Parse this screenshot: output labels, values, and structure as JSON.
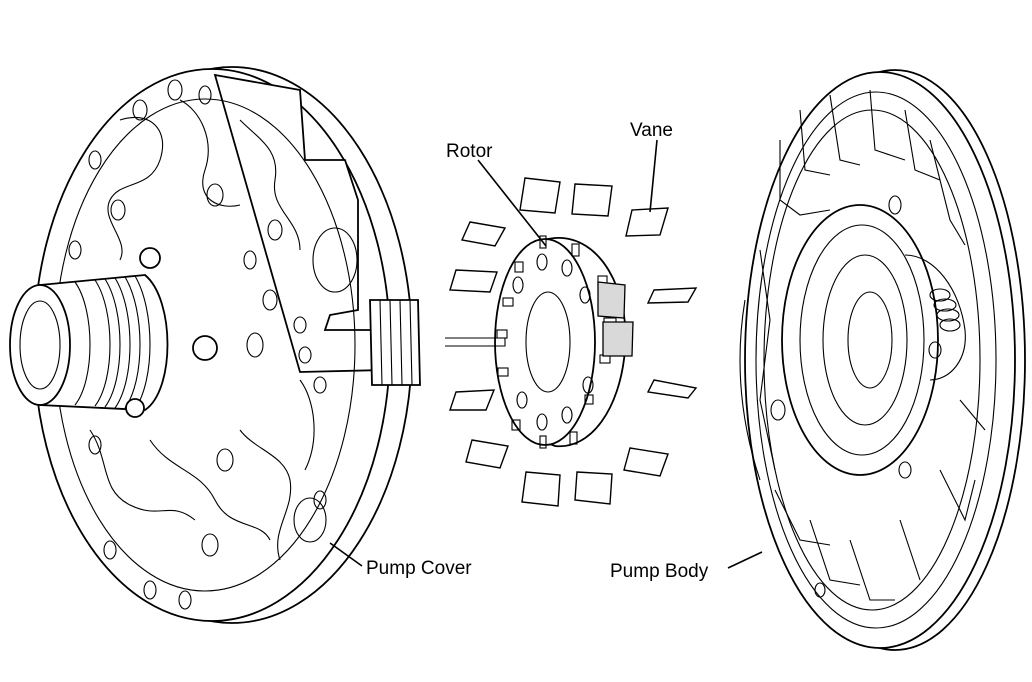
{
  "labels": {
    "rotor": "Rotor",
    "vane": "Vane",
    "pump_cover": "Pump Cover",
    "pump_body": "Pump Body"
  },
  "colors": {
    "line": "#000000",
    "background": "#ffffff",
    "shade": "#d9d9d9"
  },
  "icons": {
    "pump_cover": "pump-cover-drawing",
    "rotor": "rotor-drawing",
    "vanes": "vane-drawing",
    "pump_body": "pump-body-drawing"
  }
}
